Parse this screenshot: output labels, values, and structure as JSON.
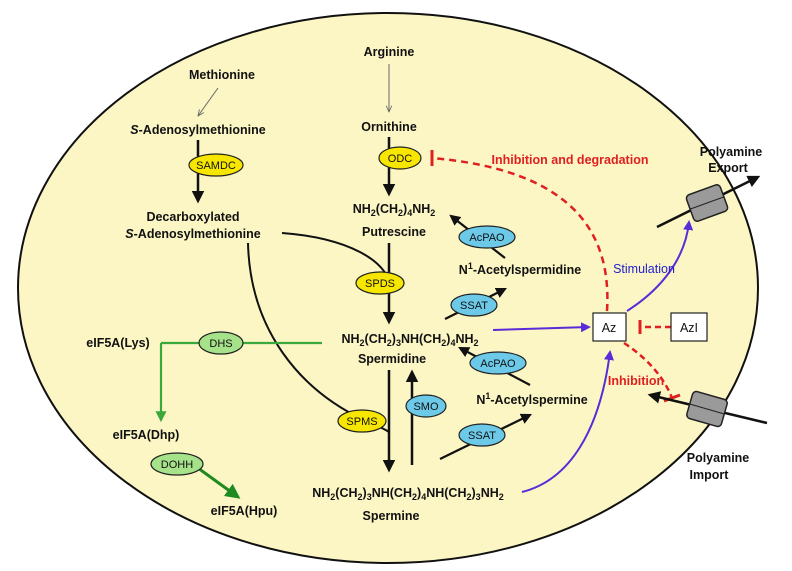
{
  "colors": {
    "cell_fill": "#fbf6c4",
    "cell_stroke": "#111111",
    "enzyme_yellow": "#f7e600",
    "enzyme_blue": "#6cc9e8",
    "enzyme_green": "#a6e28a",
    "pathway_green": "#3aa83a",
    "dark_green": "#1f8a1f",
    "inhibition_red": "#e02020",
    "stimulation_blue": "#5a2bd8",
    "transporter_gray": "#9a9a9a"
  },
  "metabolites": {
    "methionine": "Methionine",
    "sam_prefix": "S",
    "sam_rest": "-Adenosylmethionine",
    "dcsam_line1": "Decarboxylated",
    "dcsam_prefix": "S",
    "dcsam_rest": "-Adenosylmethionine",
    "arginine": "Arginine",
    "ornithine": "Ornithine",
    "putrescine_formula": {
      "p1": "NH",
      "s1": "2",
      "p2": "(CH",
      "s2": "2",
      "p3": ")",
      "s3": "4",
      "p4": "NH",
      "s4": "2"
    },
    "putrescine": "Putrescine",
    "acspd_prefix": "N",
    "acspd_sup": "1",
    "acspd_rest": "-Acetylspermidine",
    "spermidine_formula": {
      "p1": "NH",
      "s1": "2",
      "p2": "(CH",
      "s2": "2",
      "p3": ")",
      "s3": "3",
      "p4": "NH(CH",
      "s4": "2",
      "p5": ")",
      "s5": "4",
      "p6": "NH",
      "s6": "2"
    },
    "spermidine": "Spermidine",
    "acspm_prefix": "N",
    "acspm_sup": "1",
    "acspm_rest": "-Acetylspermine",
    "spermine_formula": {
      "p1": "NH",
      "s1": "2",
      "p2": "(CH",
      "s2": "2",
      "p3": ")",
      "s3": "3",
      "p4": "NH(CH",
      "s4": "2",
      "p5": ")",
      "s5": "4",
      "p6": "NH(CH",
      "s6": "2",
      "p7": ")",
      "s7": "3",
      "p8": "NH",
      "s8": "2"
    },
    "spermine": "Spermine",
    "eif5a_lys": "eIF5A(Lys)",
    "eif5a_dhp": "eIF5A(Dhp)",
    "eif5a_hpu": "eIF5A(Hpu)"
  },
  "enzymes": {
    "samdc": "SAMDC",
    "odc": "ODC",
    "acpao_1": "AcPAO",
    "spds": "SPDS",
    "ssat_1": "SSAT",
    "dhs": "DHS",
    "acpao_2": "AcPAO",
    "smo": "SMO",
    "spms": "SPMS",
    "ssat_2": "SSAT",
    "dohh": "DOHH"
  },
  "regulation": {
    "inhibition_degradation": "Inhibition and degradation",
    "stimulation": "Stimulation",
    "inhibition": "Inhibition",
    "az": "Az",
    "azi": "AzI"
  },
  "transport": {
    "export_line1": "Polyamine",
    "export_line2": "Export",
    "import_line1": "Polyamine",
    "import_line2": "Import"
  }
}
